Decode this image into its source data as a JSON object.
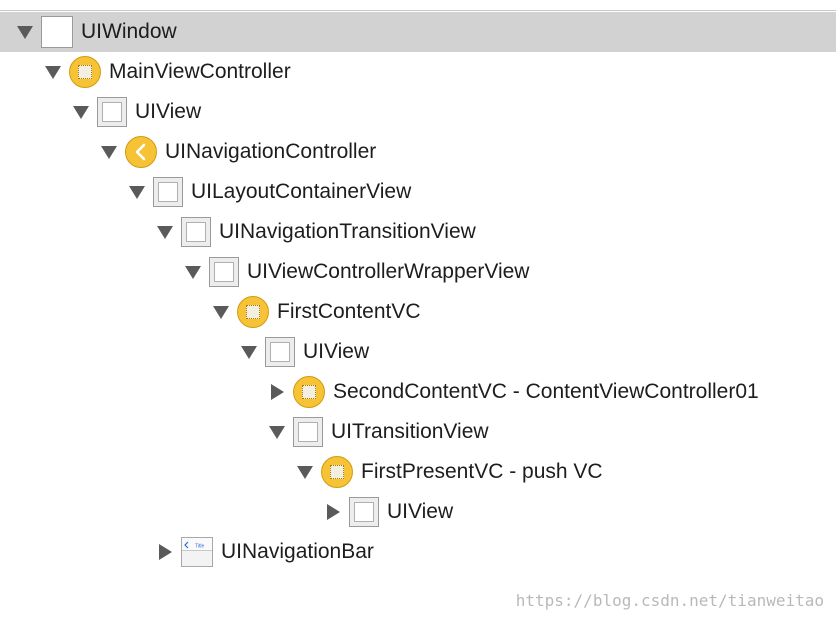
{
  "tree": [
    {
      "label": "UIWindow",
      "depth": 0,
      "expanded": true,
      "icon": "window-icon",
      "selected": true
    },
    {
      "label": "MainViewController",
      "depth": 1,
      "expanded": true,
      "icon": "view-controller-icon"
    },
    {
      "label": "UIView",
      "depth": 2,
      "expanded": true,
      "icon": "view-icon"
    },
    {
      "label": "UINavigationController",
      "depth": 3,
      "expanded": true,
      "icon": "navigation-controller-icon"
    },
    {
      "label": "UILayoutContainerView",
      "depth": 4,
      "expanded": true,
      "icon": "view-icon"
    },
    {
      "label": "UINavigationTransitionView",
      "depth": 5,
      "expanded": true,
      "icon": "view-icon"
    },
    {
      "label": "UIViewControllerWrapperView",
      "depth": 6,
      "expanded": true,
      "icon": "view-icon"
    },
    {
      "label": "FirstContentVC",
      "depth": 7,
      "expanded": true,
      "icon": "view-controller-icon"
    },
    {
      "label": "UIView",
      "depth": 8,
      "expanded": true,
      "icon": "view-icon"
    },
    {
      "label": "SecondContentVC - ContentViewController01",
      "depth": 9,
      "expanded": false,
      "icon": "view-controller-icon"
    },
    {
      "label": "UITransitionView",
      "depth": 9,
      "expanded": true,
      "icon": "view-icon"
    },
    {
      "label": "FirstPresentVC - push VC",
      "depth": 10,
      "expanded": true,
      "icon": "view-controller-icon"
    },
    {
      "label": "UIView",
      "depth": 11,
      "expanded": false,
      "icon": "view-icon"
    },
    {
      "label": "UINavigationBar",
      "depth": 5,
      "expanded": false,
      "icon": "navigation-bar-icon"
    }
  ],
  "navbar_icon_text": "Title",
  "watermark": "https://blog.csdn.net/tianweitao",
  "colors": {
    "selected_row": "#d2d2d2",
    "vc_icon": "#f5c335",
    "disclosure": "#5a5a5a"
  }
}
